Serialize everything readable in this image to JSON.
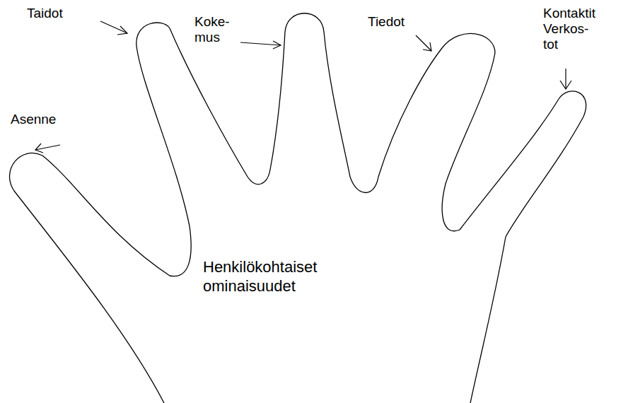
{
  "diagram": {
    "labels": [
      "Taidot",
      "Koke- mus",
      "Tiedot",
      "Kontaktit Verkos- tot",
      "Asenne",
      "Henkilökohtaiset ominaisuudet"
    ]
  }
}
